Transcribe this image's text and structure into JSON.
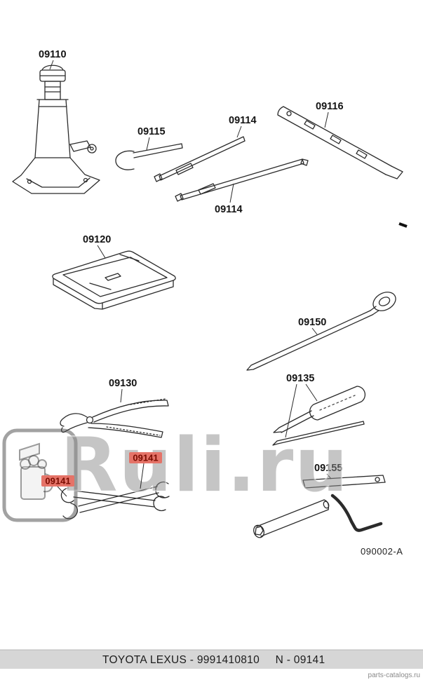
{
  "diagram": {
    "labels": {
      "jack": "09110",
      "hook_rod": "09115",
      "rod_upper": "09114",
      "rod_lower": "09114",
      "wrench_bar": "09116",
      "tool_tray": "09120",
      "lug_wrench": "09150",
      "pliers": "09130",
      "screwdriver": "09135",
      "wrench_set_a": "09141",
      "wrench_set_b": "09141",
      "pipe_tool": "09155",
      "ref_code": "090002-A"
    },
    "colors": {
      "badge_bg": "#e57368",
      "badge_text": "#7a0c00",
      "line": "#2b2b2b"
    }
  },
  "watermark": {
    "text": "Ruli.ru"
  },
  "footer": {
    "caption_left": "TOYOTA LEXUS - 9991410810",
    "caption_right": "N - 09141",
    "site": "parts-catalogs.ru"
  }
}
